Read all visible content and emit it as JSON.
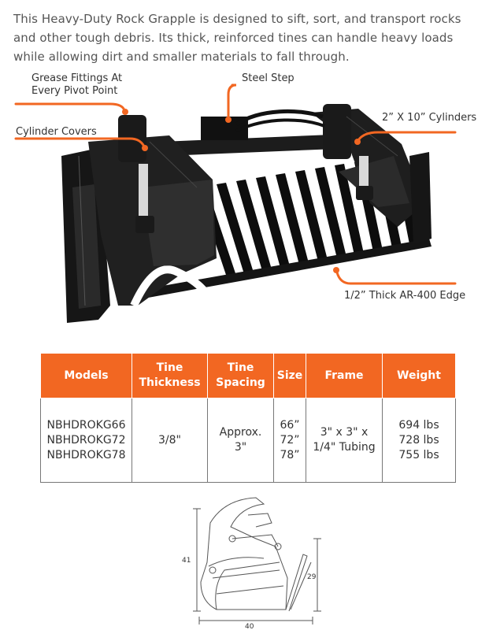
{
  "intro": {
    "text": "This Heavy-Duty Rock Grapple is designed to sift, sort, and transport rocks and other tough debris. Its thick, reinforced tines can handle heavy loads while allowing dirt and smaller materials to fall through."
  },
  "callouts": {
    "grease": "Grease Fittings At\nEvery Pivot Point",
    "steel_step": "Steel Step",
    "cylinders": "2” X 10” Cylinders",
    "covers": "Cylinder Covers",
    "edge": "1/2” Thick AR-400 Edge"
  },
  "colors": {
    "accent": "#f26722"
  },
  "table": {
    "headers": [
      "Models",
      "Tine\nThickness",
      "Tine\nSpacing",
      "Size",
      "Frame",
      "Weight"
    ],
    "row": {
      "models": "NBHDROKG66\nNBHDROKG72\nNBHDROKG78",
      "thickness": "3/8\"",
      "spacing": "Approx.\n3\"",
      "size": "66”\n72”\n78”",
      "frame": "3\" x 3\" x\n1/4\" Tubing",
      "weight": "694 lbs\n728 lbs\n755 lbs"
    }
  },
  "drawing": {
    "height_overall": "41",
    "height_body": "29",
    "depth": "40"
  }
}
